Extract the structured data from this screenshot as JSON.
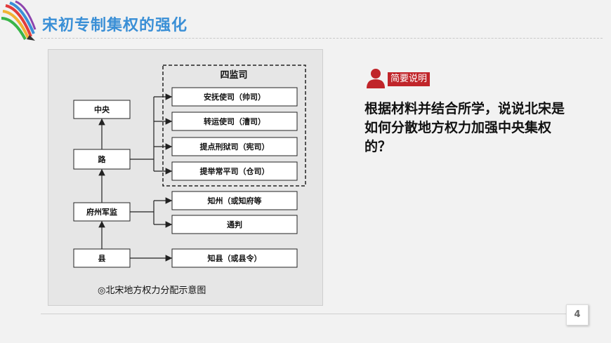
{
  "slide": {
    "title": "宋初专制集权的强化",
    "page_number": "4"
  },
  "diagram": {
    "group_title": "四监司",
    "center_box": "中央",
    "road_box": "路",
    "prefecture_box": "府州军监",
    "county_box": "县",
    "supervisors": [
      "安抚使司（帅司）",
      "转运使司（漕司）",
      "提点刑狱司（宪司）",
      "提举常平司（仓司）"
    ],
    "prefecture_officials": [
      "知州（或知府等",
      "通判"
    ],
    "county_official": "知县（或县令）",
    "caption": "◎北宋地方权力分配示意图"
  },
  "note": {
    "badge": "简要说明",
    "text": "根据材料并结合所学，说说北宋是如何分散地方权力加强中央集权的？"
  },
  "colors": {
    "title_blue": "#3a8fd6",
    "badge_red": "#c0252a"
  }
}
